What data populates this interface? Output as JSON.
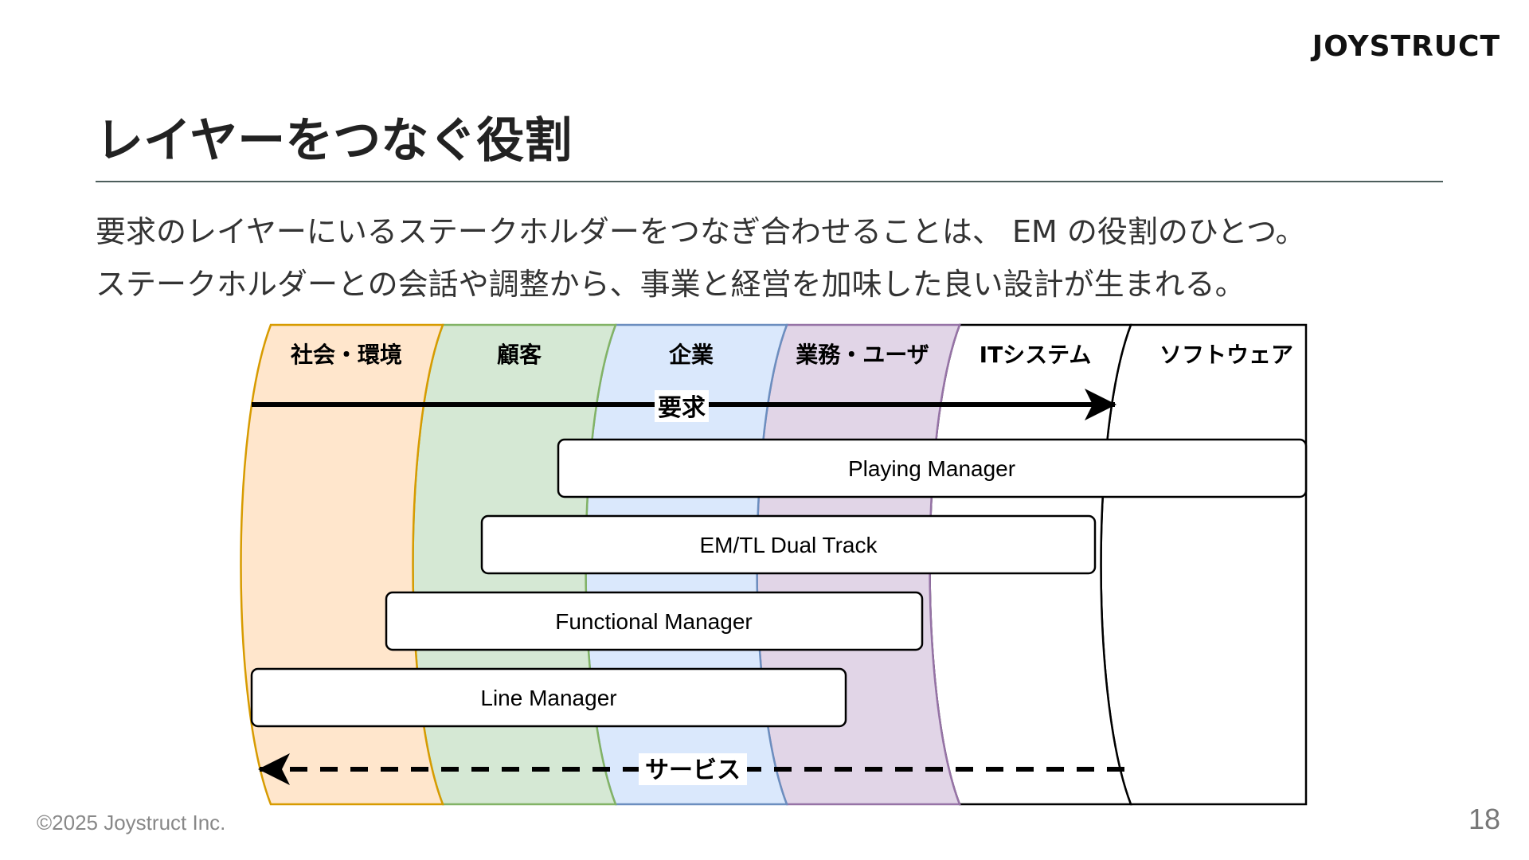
{
  "brand": {
    "logo": "JOYSTRUCT"
  },
  "slide": {
    "title": "レイヤーをつなぐ役割",
    "lead": [
      "要求のレイヤーにいるステークホルダーをつなぎ合わせることは、 EM の役割のひとつ。",
      "ステークホルダーとの会話や調整から、事業と経営を加味した良い設計が生まれる。"
    ],
    "footer": "©2025 Joystruct Inc.",
    "page_number": "18"
  },
  "diagram": {
    "layers": [
      {
        "label": "社会・環境",
        "fill": "#ffe6cc",
        "stroke": "#d79b00"
      },
      {
        "label": "顧客",
        "fill": "#d5e8d4",
        "stroke": "#82b366"
      },
      {
        "label": "企業",
        "fill": "#dae8fc",
        "stroke": "#6c8ebf"
      },
      {
        "label": "業務・ユーザ",
        "fill": "#e1d5e7",
        "stroke": "#9673a6"
      },
      {
        "label": "ITシステム",
        "fill": "#ffffff",
        "stroke": "#000000"
      },
      {
        "label": "ソフトウェア",
        "fill": "#ffffff",
        "stroke": "#000000"
      }
    ],
    "arrows": {
      "requirement": "要求",
      "service": "サービス"
    },
    "roles": [
      {
        "label": "Playing Manager"
      },
      {
        "label": "EM/TL Dual Track"
      },
      {
        "label": "Functional Manager"
      },
      {
        "label": "Line Manager"
      }
    ]
  }
}
